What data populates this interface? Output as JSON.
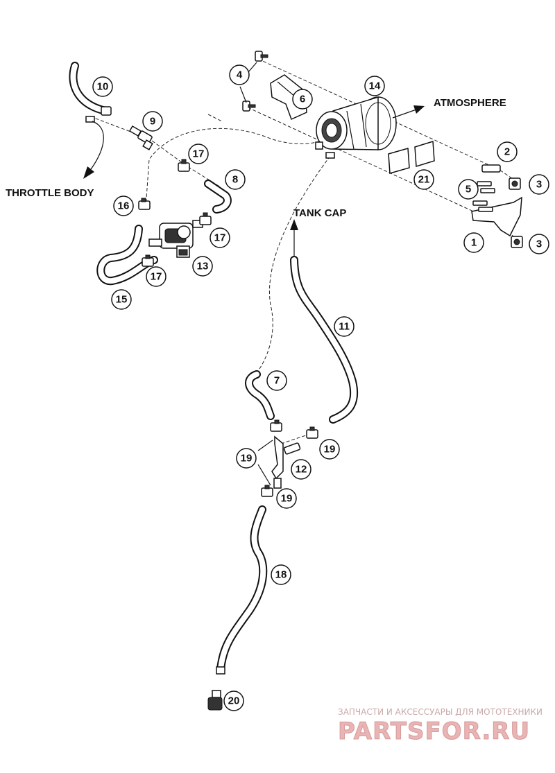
{
  "labels": {
    "throttle_body": "THROTTLE BODY",
    "atmosphere": "ATMOSPHERE",
    "tank_cap": "TANK CAP"
  },
  "callouts": {
    "c1": "1",
    "c2": "2",
    "c3a": "3",
    "c3b": "3",
    "c4": "4",
    "c5": "5",
    "c6": "6",
    "c7": "7",
    "c8": "8",
    "c9": "9",
    "c10": "10",
    "c11": "11",
    "c12": "12",
    "c13": "13",
    "c14": "14",
    "c15": "15",
    "c16": "16",
    "c17a": "17",
    "c17b": "17",
    "c17c": "17",
    "c18": "18",
    "c19a": "19",
    "c19b": "19",
    "c19c": "19",
    "c20": "20",
    "c21": "21"
  },
  "watermark": {
    "caption": "ЗАПЧАСТИ И АКСЕССУАРЫ ДЛЯ МОТОТЕХНИКИ",
    "brand": "PARTSFOR.RU"
  }
}
